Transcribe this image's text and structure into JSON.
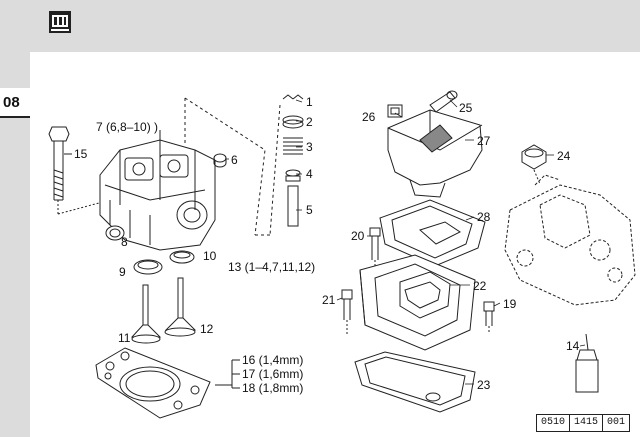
{
  "section": {
    "number": "08"
  },
  "reference": [
    "0510",
    "1415",
    "001"
  ],
  "labels": {
    "l1": "1",
    "l2": "2",
    "l3": "3",
    "l4": "4",
    "l5": "5",
    "l6": "6",
    "l7": "7 (6,8–10)  )",
    "l8": "8",
    "l9": "9",
    "l10": "10",
    "l11": "11",
    "l12": "12",
    "l13": "13 (1–4,7,11,12)",
    "l14": "14",
    "l15": "15",
    "l16": "16 (1,4mm)",
    "l17": "17 (1,6mm)",
    "l18": "18 (1,8mm)",
    "l19": "19",
    "l20": "20",
    "l21": "21",
    "l22": "22",
    "l23": "23",
    "l24": "24",
    "l25": "25",
    "l26": "26",
    "l27": "27",
    "l28": "28"
  }
}
